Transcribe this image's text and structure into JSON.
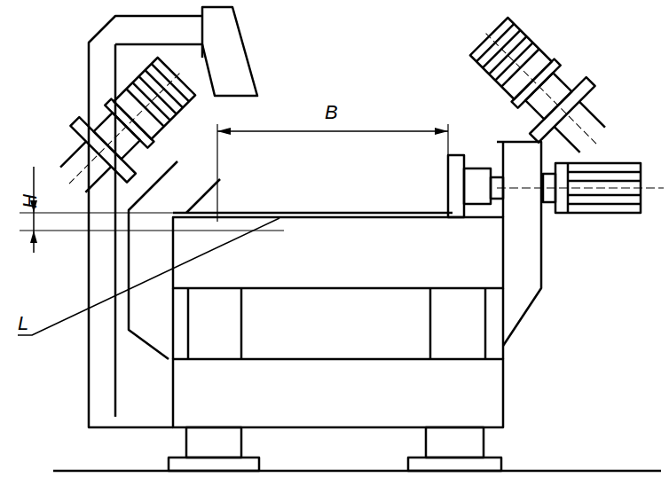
{
  "diagram": {
    "labels": [
      "H",
      "B",
      "L"
    ]
  }
}
